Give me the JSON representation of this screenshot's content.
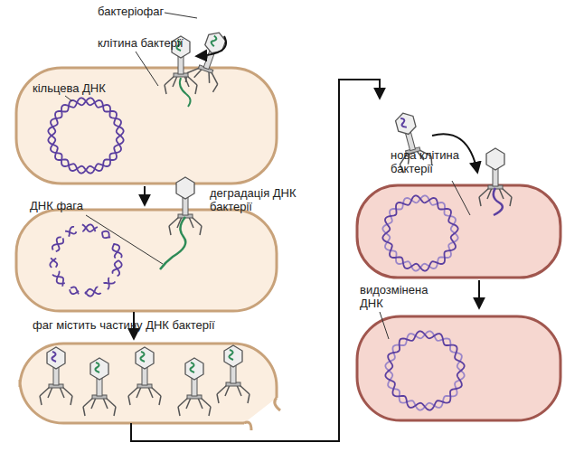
{
  "diagram": {
    "labels": [
      "бактеріофаг",
      "клітина бактерії",
      "кільцева ДНК",
      "ДНК фага",
      "деградація ДНК бактерії",
      "фаг містить частину ДНК бактерії",
      "нова клітина бактерії",
      "видозмінена ДНК"
    ]
  }
}
